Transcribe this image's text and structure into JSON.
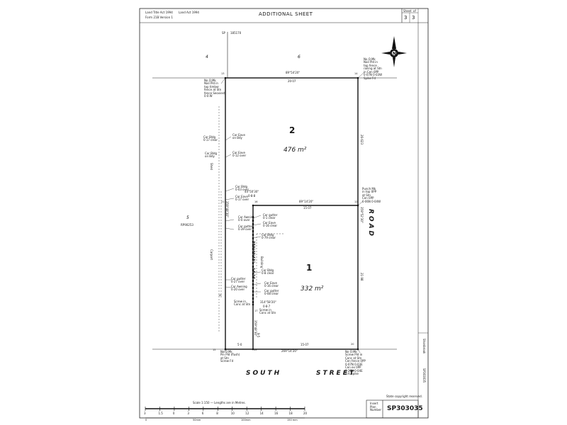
{
  "header": {
    "act_line1": "Land Title Act 1994",
    "act_line2": "Land Act 1994",
    "form_line": "Form 21B Version 1",
    "title": "ADDITIONAL SHEET",
    "sheet_label": "Sheet",
    "sheet_of": "of",
    "sheet_number": "3",
    "sheet_total": "3"
  },
  "neighbours": {
    "sp_label": "SP",
    "sp_number": "185170",
    "lot4": "4",
    "lot6": "6",
    "lot5": "5",
    "lot5_plan": "RP90253"
  },
  "lots": {
    "lot2_number": "2",
    "lot2_area": "476 m²",
    "lot1_number": "1",
    "lot1_area": "332 m²"
  },
  "streets": {
    "south": "SOUTH",
    "street": "STREET",
    "road": "ROAD"
  },
  "bearings": {
    "top": "89°54'20\"",
    "top_dist": "20·07",
    "mid": "89°14'20\"",
    "mid_dist": "15·07",
    "bottom": "269°14'20\"",
    "bottom_dist": "15·07",
    "bottom_left_dist": "5·0",
    "west": "359°48'30\"",
    "inner_west": "359°49'43\"",
    "inner_west_dist": "14·24",
    "inner_lower": "359°48'30\"",
    "inner_lower_dist": "9·5",
    "east_upper": "26·623",
    "east_mid": "359°52'30\"",
    "east_lower": "21·98",
    "corner_bearing": "44°50'30\"",
    "corner_dist": "0·8·8",
    "corner_low_bearing": "314°58'20\"",
    "corner_low_dist": "0·8·7"
  },
  "annotations": {
    "nw_corner": [
      "No O.Mk",
      "Nail Pld in",
      "top timber",
      "fence at Stn",
      "fence Seoviest",
      "0·0·W"
    ],
    "ne_corner": [
      "No O.Mk",
      "Nail Pld in",
      "top fence",
      "railing at Stn",
      "in Cen 0PP",
      "0·07N 0·03W",
      "Spike Fd"
    ],
    "e_mid": [
      "Punch Mk",
      "in top 0PP",
      "at Stn",
      "Cen 0PP",
      "0·06N 0·04W"
    ],
    "cor_eave1": [
      "Cor Eave",
      "on Bdy"
    ],
    "cor_bldg1": [
      "Cor Bldg",
      "0·17 clear"
    ],
    "cor_eave2": [
      "Cor Eave",
      "0·12 over"
    ],
    "cor_bldg2": [
      "Cor Bldg",
      "on Bdy"
    ],
    "shed": "Shed",
    "cor_bldg3": [
      "Cor Bldg",
      "0·03 over"
    ],
    "cor_eave3": [
      "Cor Eave",
      "0·17 over"
    ],
    "cor_awning1": [
      "Cor Awning",
      "0·0 over"
    ],
    "cor_gutter1": [
      "Cor gutter",
      "0·39 over"
    ],
    "carport": "Carport",
    "cor_gutter_r1": [
      "Cor gutter",
      "0·1 clear"
    ],
    "cor_eave_r1": [
      "Cor Eave",
      "0·16 clear"
    ],
    "cor_bldg_r1": [
      "Cor Bldg",
      "0·79 clear"
    ],
    "building": "Building",
    "cor_bldg_r2": [
      "Cor Bldg",
      "0·8 clear"
    ],
    "cor_gutter2": [
      "Cor gutter",
      "0·27 over"
    ],
    "cor_awning2": [
      "Cor Awning",
      "0·20 over"
    ],
    "cor_eave_r2": [
      "Cor Eave",
      "0·16 clear"
    ],
    "cor_gutter_r2": [
      "Cor gutter",
      "0·08 clear"
    ],
    "screw_left": [
      "Screw in",
      "Conc at Stn"
    ],
    "screw_right": [
      "Screw in",
      "Conc at Stn"
    ],
    "sw_corner": [
      "No O.Mk",
      "Pin Pld (flush)",
      "at Stn",
      "Screw Fd"
    ],
    "se_corner": [
      "No O.Mk",
      "Screw Pld in",
      "Conc at Stn",
      "Cen fence 0PP",
      "0·07N 0·03E",
      "Cen ex 0PP",
      "0·20N 0·04E",
      "O.K Spike"
    ],
    "stn_labels": [
      "13",
      "15",
      "16",
      "12",
      "17",
      "18",
      "19",
      "20",
      "21",
      "14"
    ]
  },
  "footer": {
    "scale_text": "Scale 1:150 — Lengths are in Metres.",
    "scale_ticks": [
      "3",
      "1.5",
      "0",
      "3",
      "6",
      "8",
      "10",
      "12",
      "14",
      "16",
      "18",
      "20"
    ],
    "mm_labels": [
      "0",
      "50mm",
      "100mm",
      "150 mm"
    ],
    "copyright": "State copyright reserved.",
    "insert_plan_label": [
      "Insert",
      "Plan",
      "Number"
    ],
    "plan_number": "SP303035",
    "side_stamp": "Shonbrook",
    "side_ref": "SP303035"
  },
  "colors": {
    "ink": "#1a1a1a",
    "paper": "#ffffff"
  }
}
